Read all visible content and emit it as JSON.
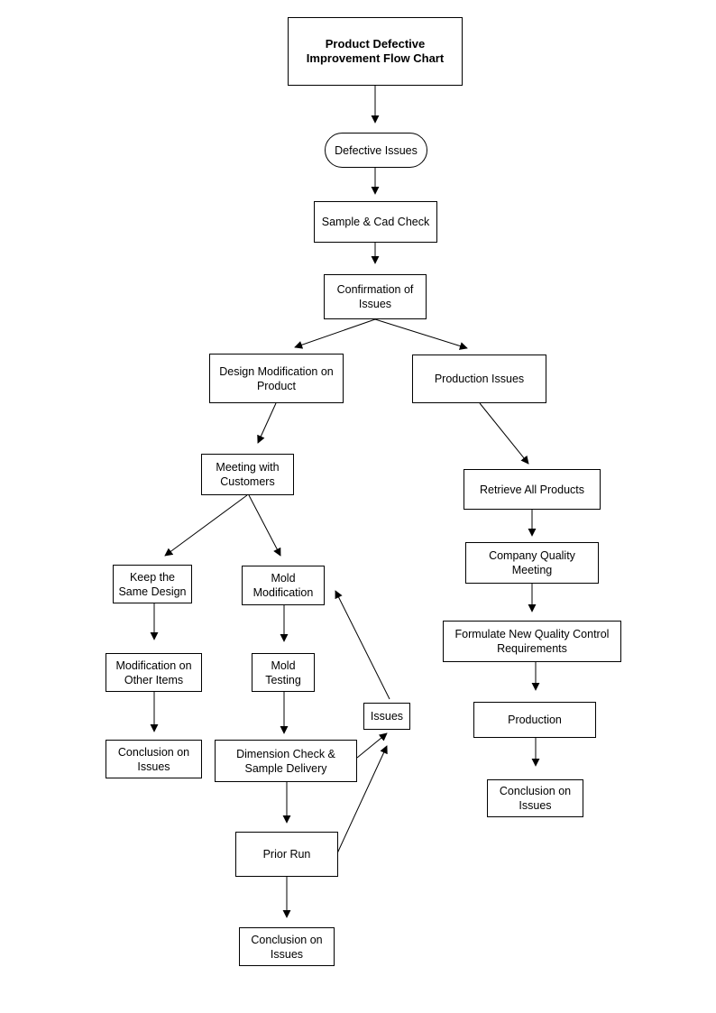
{
  "nodes": {
    "title": "Product Defective\nImprovement Flow Chart",
    "defective_issues": "Defective Issues",
    "sample_cad_check": "Sample & Cad Check",
    "confirmation": "Confirmation of\nIssues",
    "design_modification": "Design Modification on\nProduct",
    "production_issues": "Production Issues",
    "meeting_customers": "Meeting with\nCustomers",
    "retrieve_products": "Retrieve All Products",
    "keep_design": "Keep the\nSame Design",
    "mold_modification": "Mold\nModification",
    "company_quality_meeting": "Company Quality\nMeeting",
    "formulate_qc": "Formulate New Quality Control\nRequirements",
    "modification_other": "Modification on\nOther Items",
    "mold_testing": "Mold\nTesting",
    "issues": "Issues",
    "production": "Production",
    "conclusion_left": "Conclusion on\nIssues",
    "dimension_check": "Dimension Check &\nSample Delivery",
    "conclusion_right": "Conclusion on\nIssues",
    "prior_run": "Prior Run",
    "conclusion_bottom": "Conclusion on\nIssues"
  }
}
